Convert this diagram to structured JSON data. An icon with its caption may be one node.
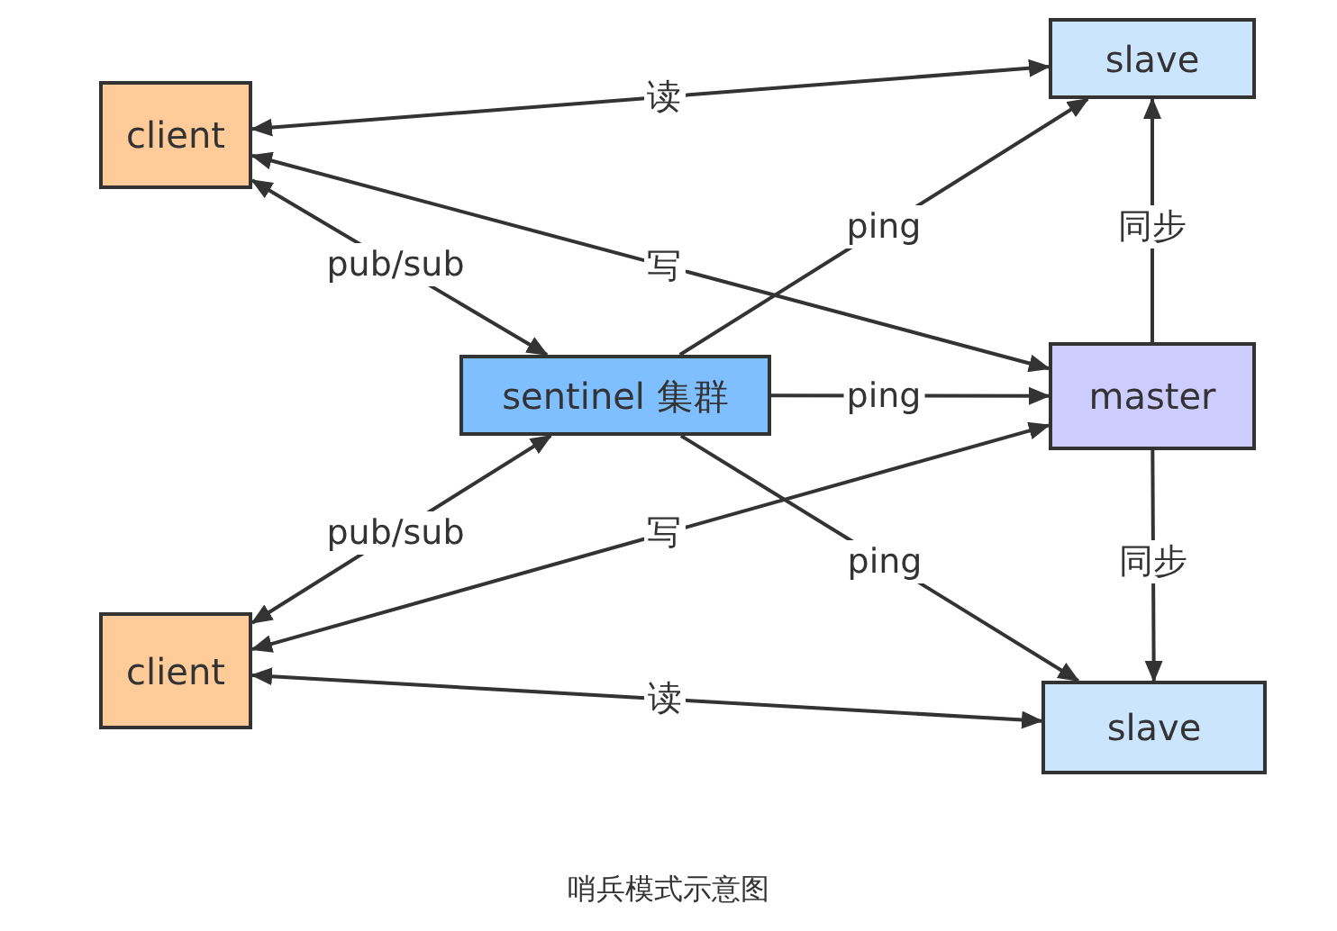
{
  "diagram": {
    "caption": "哨兵模式示意图",
    "nodes": [
      {
        "text": [
          "client"
        ]
      },
      {
        "text": [
          "slave"
        ]
      },
      {
        "text": [
          "sentinel 集群"
        ]
      },
      {
        "text": [
          "master"
        ]
      },
      {
        "text": [
          "client"
        ]
      },
      {
        "text": [
          "slave"
        ]
      }
    ],
    "edges": [
      {
        "from": 0,
        "to": 1,
        "arrow": "both",
        "label": "读"
      },
      {
        "from": 0,
        "to": 3,
        "arrow": "both",
        "label": "写"
      },
      {
        "from": 0,
        "to": 2,
        "arrow": "both",
        "label": "pub/sub"
      },
      {
        "from": 2,
        "to": 1,
        "arrow": "to",
        "label": "ping"
      },
      {
        "from": 2,
        "to": 3,
        "arrow": "to",
        "label": "ping"
      },
      {
        "from": 2,
        "to": 5,
        "arrow": "to",
        "label": "ping"
      },
      {
        "from": 3,
        "to": 1,
        "arrow": "to",
        "label": "同步"
      },
      {
        "from": 3,
        "to": 5,
        "arrow": "to",
        "label": "同步"
      },
      {
        "from": 4,
        "to": 2,
        "arrow": "both",
        "label": "pub/sub"
      },
      {
        "from": 4,
        "to": 3,
        "arrow": "both",
        "label": "写"
      },
      {
        "from": 4,
        "to": 5,
        "arrow": "both",
        "label": "读"
      }
    ]
  }
}
